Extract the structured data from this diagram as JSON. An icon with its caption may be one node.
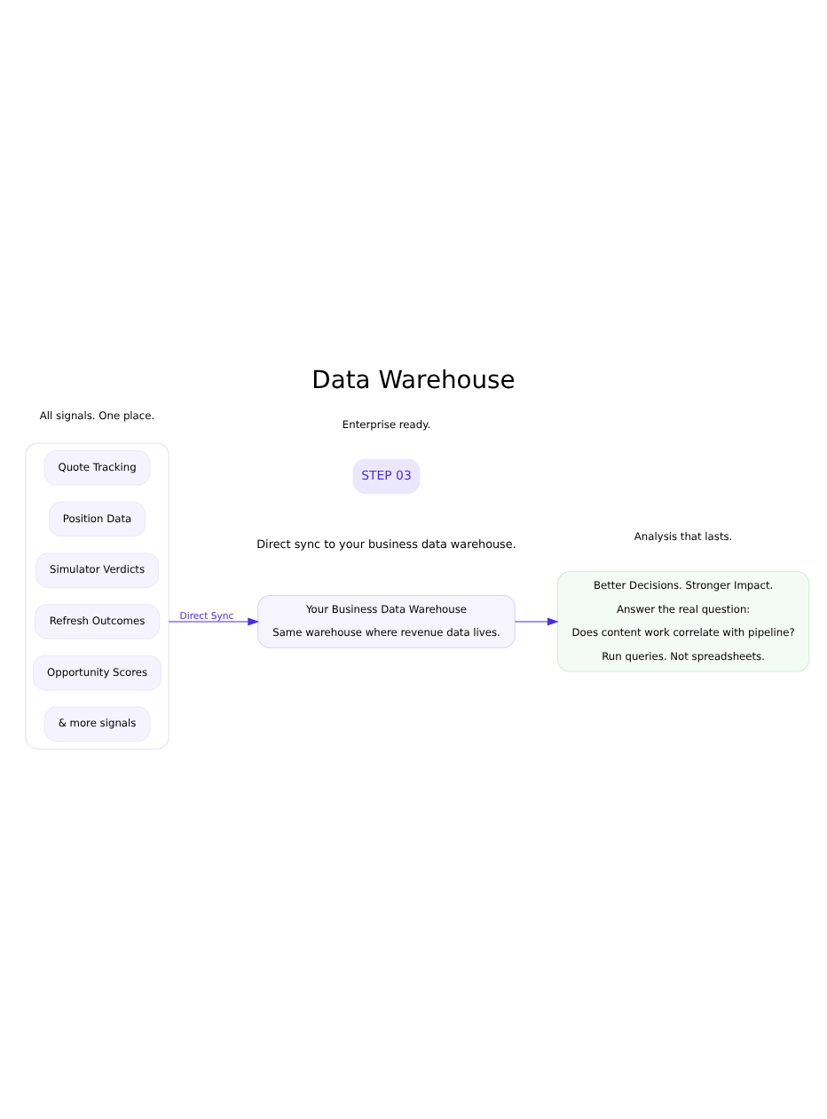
{
  "diagram": {
    "title": "Data Warehouse",
    "nodes": [
      {
        "text": [],
        "shape": "box"
      },
      {
        "text": [
          "Quote Tracking"
        ],
        "in": 0
      },
      {
        "text": [
          "Position Data"
        ],
        "in": 0
      },
      {
        "text": [
          "Simulator Verdicts"
        ],
        "in": 0
      },
      {
        "text": [
          "Refresh Outcomes"
        ],
        "in": 0
      },
      {
        "text": [
          "Opportunity Scores"
        ],
        "in": 0
      },
      {
        "text": [
          "& more signals"
        ],
        "in": 0
      },
      {
        "text": [
          "Your Business Data Warehouse",
          "Same warehouse where revenue data lives."
        ]
      },
      {
        "text": [
          "Better Decisions. Stronger Impact.",
          "Answer the real question:",
          "Does content work correlate with pipeline?",
          "Run queries. Not spreadsheets."
        ]
      }
    ],
    "edges": [
      {
        "from": 0,
        "to": 7,
        "arrow": "to",
        "label": "Direct Sync"
      },
      {
        "from": 7,
        "to": 8,
        "arrow": "to"
      }
    ],
    "labels": [
      "STEP 03",
      "Direct sync to your business data warehouse.",
      "All signals. One place.",
      "Enterprise ready.",
      "Analysis that lasts."
    ]
  }
}
